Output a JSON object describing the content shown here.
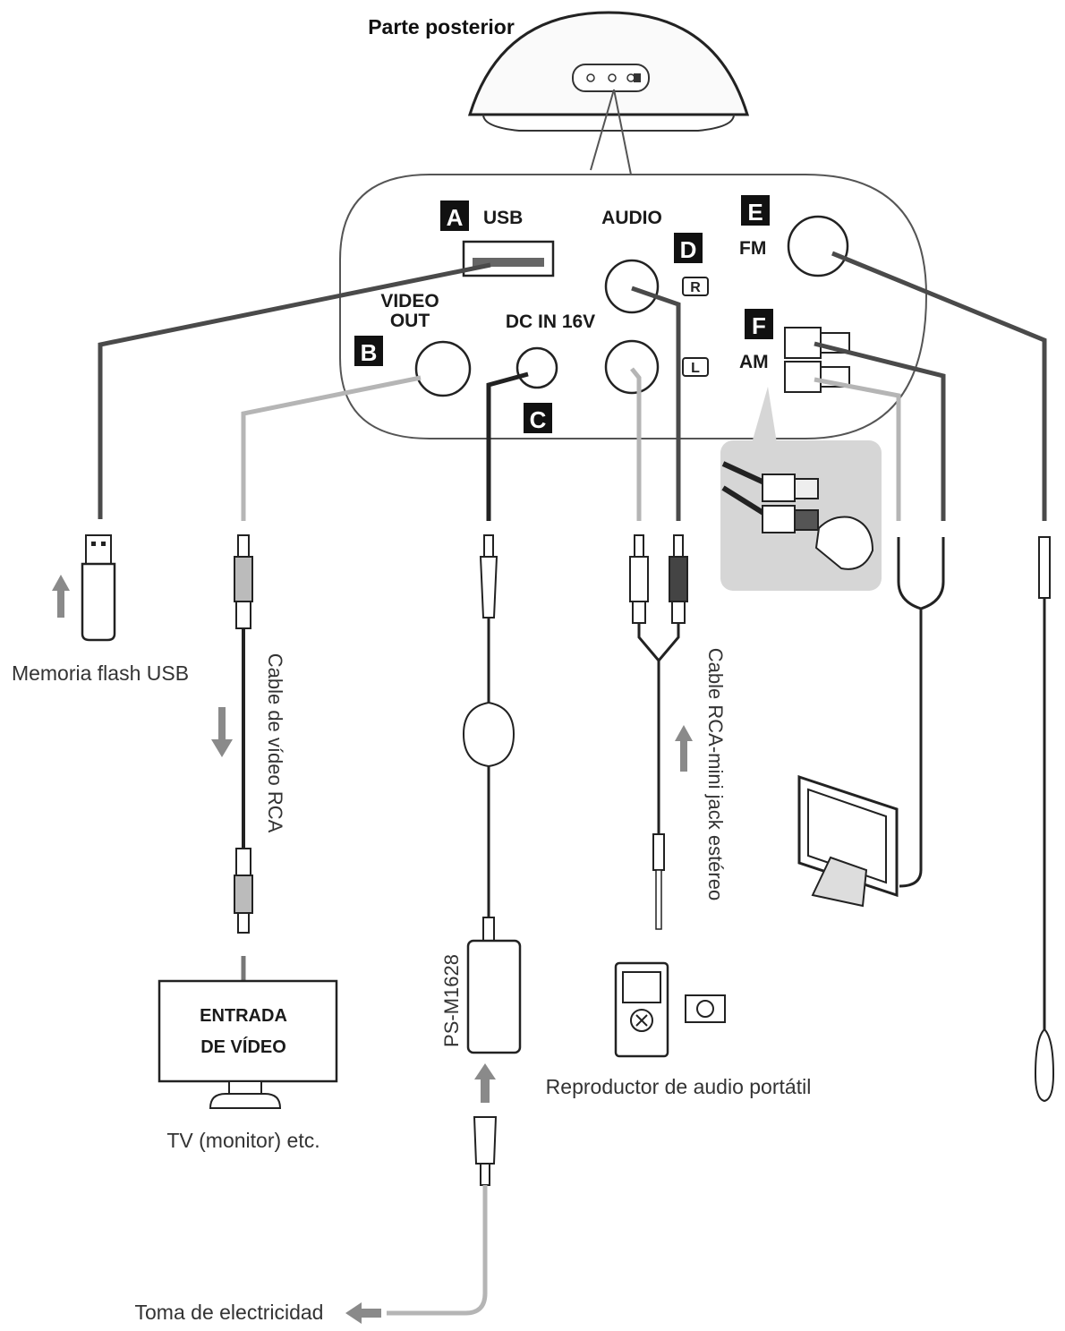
{
  "title": "Parte posterior",
  "ports": {
    "usb": {
      "badge": "A",
      "label": "USB"
    },
    "video_out": {
      "badge": "B",
      "label_line1": "VIDEO",
      "label_line2": "OUT"
    },
    "dc_in": {
      "badge": "C",
      "label": "DC IN 16V"
    },
    "audio": {
      "badge": "D",
      "label": "AUDIO",
      "r": "R",
      "l": "L"
    },
    "fm": {
      "badge": "E",
      "label": "FM"
    },
    "am": {
      "badge": "F",
      "label": "AM"
    }
  },
  "captions": {
    "usb_memory": "Memoria flash USB",
    "rca_video_cable": "Cable de vídeo RCA",
    "tv_input_line1": "ENTRADA",
    "tv_input_line2": "DE VÍDEO",
    "tv_monitor": "TV (monitor) etc.",
    "adapter_model": "PS-M1628",
    "rca_mini_cable": "Cable RCA-mini jack estéreo",
    "portable_player": "Reproductor de audio portátil",
    "power_outlet": "Toma de electricidad"
  },
  "colors": {
    "line_dark": "#4a4a4a",
    "line_light": "#b5b5b5",
    "badge": "#111111",
    "arrow": "#8a8a8a",
    "inset_bg": "#d6d6d6"
  }
}
